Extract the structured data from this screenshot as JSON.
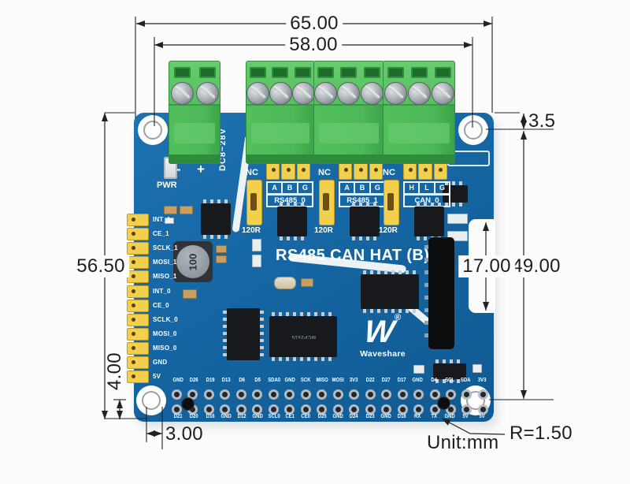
{
  "dimensions": {
    "overall_width": "65.00",
    "hole_span_width": "58.00",
    "overall_height": "56.50",
    "hole_span_height": "49.00",
    "notch_height": "17.00",
    "hole_top_offset": "3.5",
    "hole_bottom_offset": "4.00",
    "hole_left_offset": "3.00",
    "corner_radius": "R=1.50",
    "unit": "Unit:mm"
  },
  "board": {
    "title": "RS485 CAN HAT (B)",
    "brand": "Waveshare",
    "registered": "®",
    "logo_glyph": "W",
    "power_led": "PWR",
    "dc_input": "DC8~28V",
    "minus": "-",
    "plus": "+",
    "inductor_marking": "100",
    "can_chip_marking": "MCP2515",
    "channels": [
      {
        "nc": "NC",
        "pin_a": "A",
        "pin_b": "B",
        "pin_g": "G",
        "name": "RS485_0",
        "jumper": "120R"
      },
      {
        "nc": "NC",
        "pin_a": "A",
        "pin_b": "B",
        "pin_g": "G",
        "name": "RS485_1",
        "jumper": "120R"
      },
      {
        "nc": "NC",
        "pin_a": "H",
        "pin_b": "L",
        "pin_g": "G",
        "name": "CAN_0",
        "jumper": "120R"
      }
    ],
    "left_pins": [
      "INT_1",
      "CE_1",
      "SCLK_1",
      "MOSI_1",
      "MISO_1",
      "INT_0",
      "CE_0",
      "SCLK_0",
      "MOSI_0",
      "MISO_0",
      "GND",
      "5V"
    ],
    "gpio_top": [
      "GND",
      "D26",
      "D19",
      "D13",
      "D6",
      "D5",
      "SDA0",
      "GND",
      "SCK",
      "MISO",
      "MOSI",
      "3V3",
      "D22",
      "D27",
      "D17",
      "GND",
      "D4",
      "SCL",
      "SDA",
      "3V3"
    ],
    "gpio_bottom": [
      "D21",
      "D20",
      "D16",
      "GND",
      "D12",
      "GND",
      "SCL0",
      "CE1",
      "CE0",
      "D25",
      "GND",
      "D24",
      "D23",
      "GND",
      "D18",
      "RX",
      "TX",
      "GND",
      "5V",
      "5V"
    ]
  },
  "colors": {
    "pcb": "#1566a3",
    "terminal_green": "#4fba59",
    "jumper_yellow": "#f2cf4d",
    "silkscreen": "#ffffff",
    "dimension_ink": "#222222"
  }
}
